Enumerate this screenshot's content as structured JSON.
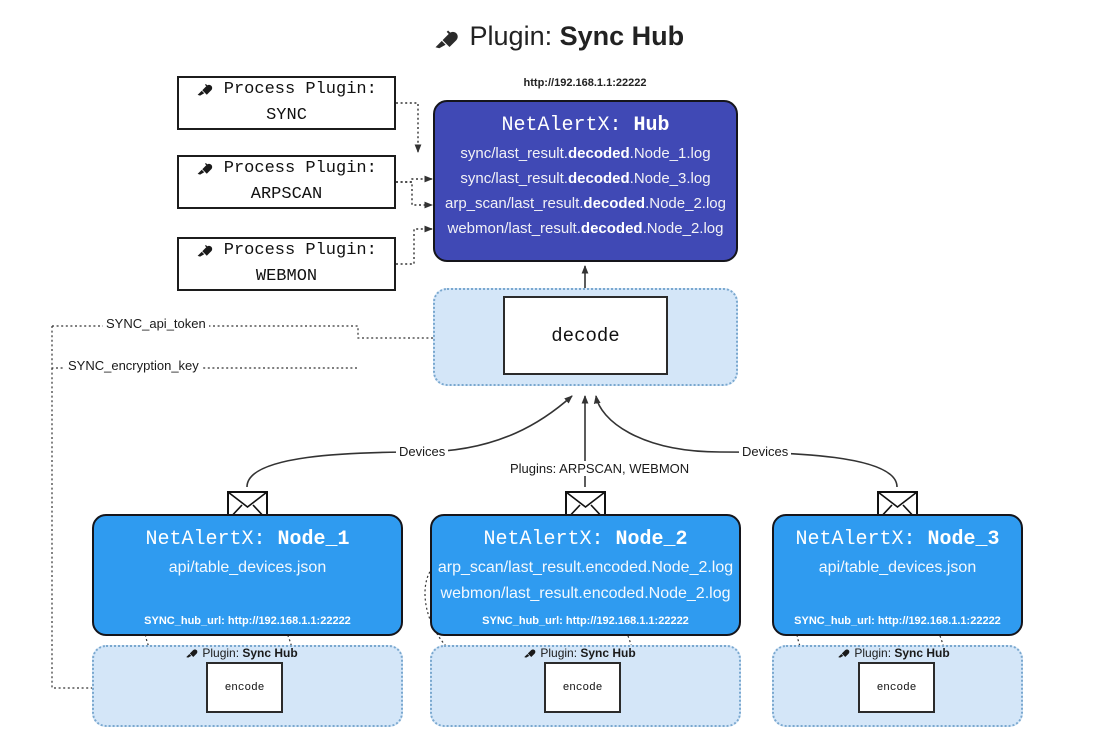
{
  "title": {
    "icon": "plug-icon",
    "prefix": "Plugin: ",
    "name": "Sync Hub"
  },
  "process_plugins": [
    {
      "icon": "plug-icon",
      "line1": "Process Plugin:",
      "line2": "SYNC"
    },
    {
      "icon": "plug-icon",
      "line1": "Process Plugin:",
      "line2": "ARPSCAN"
    },
    {
      "icon": "plug-icon",
      "line1": "Process Plugin:",
      "line2": "WEBMON"
    }
  ],
  "hub": {
    "url": "http://192.168.1.1:22222",
    "title_prefix": "NetAlertX: ",
    "title_name": "Hub",
    "loglines": [
      {
        "pre": "sync/last_result.",
        "mid": "decoded",
        "post": ".Node_1.log"
      },
      {
        "pre": "sync/last_result.",
        "mid": "decoded",
        "post": ".Node_3.log"
      },
      {
        "pre": "arp_scan/last_result.",
        "mid": "decoded",
        "post": ".Node_2.log"
      },
      {
        "pre": "webmon/last_result.",
        "mid": "decoded",
        "post": ".Node_2.log"
      }
    ]
  },
  "decode": {
    "label": "decode"
  },
  "secrets": [
    {
      "label": "SYNC_api_token"
    },
    {
      "label": "SYNC_encryption_key"
    }
  ],
  "edge_labels": {
    "devices_left": "Devices",
    "devices_right": "Devices",
    "plugins_center": "Plugins: ARPSCAN, WEBMON"
  },
  "nodes": [
    {
      "icon": "envelope-icon",
      "title_prefix": "NetAlertX: ",
      "title_name": "Node_1",
      "lines": [
        "api/table_devices.json"
      ],
      "footer": "SYNC_hub_url: http://192.168.1.1:22222"
    },
    {
      "icon": "envelope-icon",
      "title_prefix": "NetAlertX: ",
      "title_name": "Node_2",
      "lines": [
        "arp_scan/last_result.encoded.Node_2.log",
        "webmon/last_result.encoded.Node_2.log"
      ],
      "footer": "SYNC_hub_url: http://192.168.1.1:22222"
    },
    {
      "icon": "envelope-icon",
      "title_prefix": "NetAlertX: ",
      "title_name": "Node_3",
      "lines": [
        "api/table_devices.json"
      ],
      "footer": "SYNC_hub_url: http://192.168.1.1:22222"
    }
  ],
  "encoders": [
    {
      "plugin_icon": "plug-icon",
      "plugin_prefix": "Plugin: ",
      "plugin_name": "Sync Hub",
      "label": "encode"
    },
    {
      "plugin_icon": "plug-icon",
      "plugin_prefix": "Plugin: ",
      "plugin_name": "Sync Hub",
      "label": "encode"
    },
    {
      "plugin_icon": "plug-icon",
      "plugin_prefix": "Plugin: ",
      "plugin_name": "Sync Hub",
      "label": "encode"
    }
  ],
  "colors": {
    "hub_fill": "#4049b5",
    "node_fill": "#2f9bf0",
    "container_fill": "#d4e6f8",
    "container_border": "#7aa8cf",
    "stroke": "#333333"
  }
}
